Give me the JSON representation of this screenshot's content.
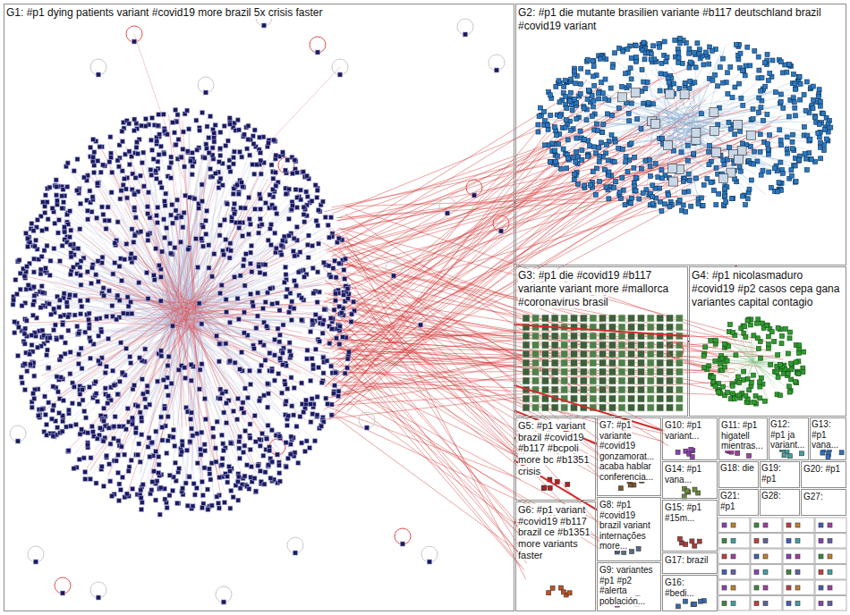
{
  "diagram": {
    "nodes": [
      {
        "text": [
          "G1: #p1 dying patients variant #covid19 more brazil 5x crisis faster"
        ]
      },
      {
        "text": [
          "G2: #p1 die mutante brasilien variante #b117 deutschland brazil #covid19 variant"
        ]
      },
      {
        "text": [
          "G3: #p1 die #covid19 #b117 variante variant more #mallorca #coronavirus brasil"
        ]
      },
      {
        "text": [
          "G4: #p1 nicolasmaduro #covid19 #p2 casos cepa gana variantes capital contagio"
        ]
      },
      {
        "text": [
          "G5: #p1 variant brazil #covid19 #b117 #bcpoli more bc #b1351 crisis"
        ]
      },
      {
        "text": [
          "G6: #p1 variant #covid19 #b117 brazil ce #b1351 more variants faster"
        ]
      },
      {
        "text": [
          "G7: #p1 variante #covid19 gonzamorat... acaba hablar conferencia..."
        ]
      },
      {
        "text": [
          "G8: #p1 #covid19 brazil variant internações more..."
        ]
      },
      {
        "text": [
          "G9: variantes #p1 #p2 #alerta población..."
        ]
      },
      {
        "text": [
          "G10: #p1 variant..."
        ]
      },
      {
        "text": [
          "G11: #p1 higatell mientras..."
        ]
      },
      {
        "text": [
          "G12: #p1 ja variant..."
        ]
      },
      {
        "text": [
          "G13: #p1 vana..."
        ]
      },
      {
        "text": [
          "G14: #p1 vana..."
        ]
      },
      {
        "text": [
          "G15: #p1 #15m..."
        ]
      },
      {
        "text": [
          "G17: brazil"
        ]
      },
      {
        "text": [
          "G16: #bedi..."
        ]
      },
      {
        "text": [
          "G18: die"
        ]
      },
      {
        "text": [
          "G19: #p1"
        ]
      },
      {
        "text": [
          "G20: #p1"
        ]
      },
      {
        "text": [
          "G21: #p1"
        ]
      },
      {
        "text": [
          "G28:"
        ]
      },
      {
        "text": [
          "G27:"
        ]
      }
    ],
    "edges": [
      {
        "from": 0,
        "to": 1,
        "arrow": "none"
      },
      {
        "from": 0,
        "to": 2,
        "arrow": "none"
      },
      {
        "from": 0,
        "to": 3,
        "arrow": "none"
      },
      {
        "from": 0,
        "to": 4,
        "arrow": "none"
      },
      {
        "from": 0,
        "to": 5,
        "arrow": "none"
      },
      {
        "from": 0,
        "to": 6,
        "arrow": "none"
      },
      {
        "from": 0,
        "to": 7,
        "arrow": "none"
      },
      {
        "from": 0,
        "to": 9,
        "arrow": "none"
      },
      {
        "from": 2,
        "to": 3,
        "arrow": "none"
      },
      {
        "from": 3,
        "to": 1,
        "arrow": "none"
      }
    ]
  }
}
